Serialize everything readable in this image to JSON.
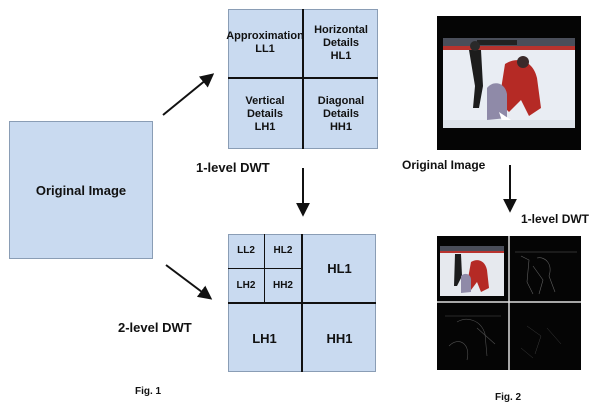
{
  "fig1": {
    "original": "Original Image",
    "level1_label": "1-level DWT",
    "level2_label": "2-level DWT",
    "caption": "Fig. 1",
    "level1": {
      "ll": [
        "Approximation",
        "LL1"
      ],
      "hl": [
        "Horizontal",
        "Details",
        "HL1"
      ],
      "lh": [
        "Vertical",
        "Details",
        "LH1"
      ],
      "hh": [
        "Diagonal",
        "Details",
        "HH1"
      ]
    },
    "level2": {
      "ll2": "LL2",
      "hl2": "HL2",
      "lh2": "LH2",
      "hh2": "HH2",
      "hl1": "HL1",
      "lh1": "LH1",
      "hh1": "HH1"
    }
  },
  "fig2": {
    "original": "Original Image",
    "level1_label": "1-level DWT",
    "caption": "Fig. 2"
  },
  "colors": {
    "box_fill": "#c9daf0",
    "ink": "#111111",
    "photo_bg": "#050505"
  }
}
